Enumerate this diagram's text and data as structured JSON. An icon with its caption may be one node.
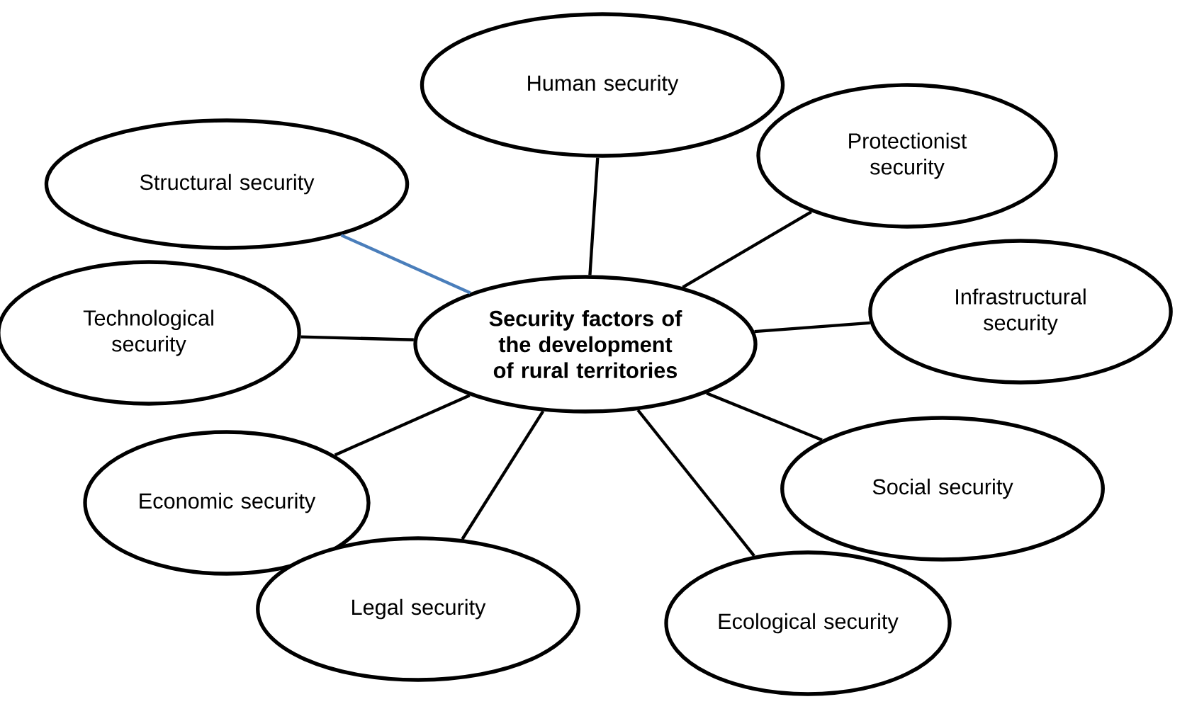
{
  "diagram": {
    "nodes": [
      {
        "text": [
          "Human security"
        ]
      },
      {
        "text": [
          "Protectionist security"
        ]
      },
      {
        "text": [
          "Structural security"
        ]
      },
      {
        "text": [
          "Infrastructural security"
        ]
      },
      {
        "text": [
          "Technological security"
        ]
      },
      {
        "text": [
          "Security factors of the development of rural territories"
        ]
      },
      {
        "text": [
          "Social security"
        ]
      },
      {
        "text": [
          "Economic security"
        ]
      },
      {
        "text": [
          "Legal security"
        ]
      },
      {
        "text": [
          "Ecological security"
        ]
      }
    ],
    "edges": [
      {
        "from": 5,
        "to": 0,
        "arrow": "none"
      },
      {
        "from": 5,
        "to": 1,
        "arrow": "none"
      },
      {
        "from": 5,
        "to": 2,
        "arrow": "none",
        "color": "#4a7ebb"
      },
      {
        "from": 5,
        "to": 3,
        "arrow": "none"
      },
      {
        "from": 5,
        "to": 4,
        "arrow": "none"
      },
      {
        "from": 5,
        "to": 6,
        "arrow": "none"
      },
      {
        "from": 5,
        "to": 7,
        "arrow": "none"
      },
      {
        "from": 5,
        "to": 8,
        "arrow": "none"
      },
      {
        "from": 5,
        "to": 9,
        "arrow": "none"
      }
    ]
  }
}
